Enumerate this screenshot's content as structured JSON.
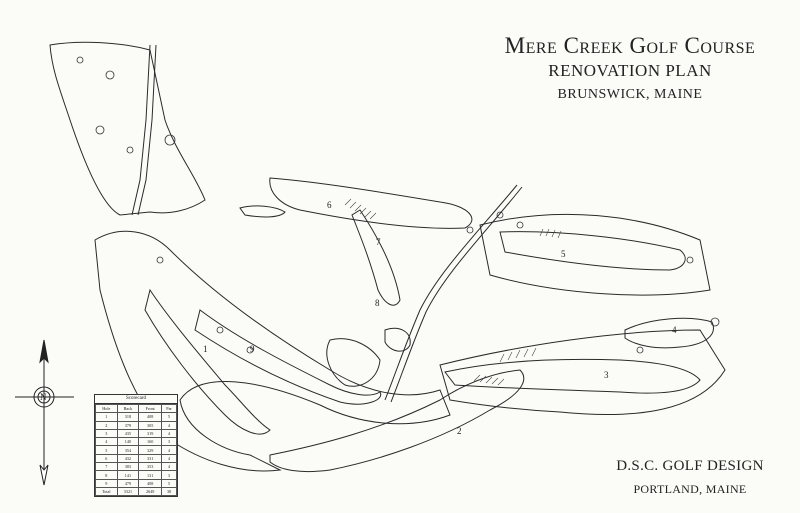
{
  "title": {
    "main": "Mere Creek Golf Course",
    "sub": "RENOVATION PLAN",
    "location": "BRUNSWICK, MAINE"
  },
  "designer": {
    "name": "D.S.C. GOLF DESIGN",
    "city": "PORTLAND, MAINE"
  },
  "scorecard": {
    "title": "Scorecard",
    "headers": [
      "Hole",
      "Back",
      "Front",
      "Par"
    ],
    "rows": [
      [
        "1",
        "318",
        "408",
        "5"
      ],
      [
        "2",
        "379",
        "305",
        "4"
      ],
      [
        "3",
        "435",
        "319",
        "4"
      ],
      [
        "4",
        "140",
        "160",
        "3"
      ],
      [
        "5",
        "354",
        "329",
        "4"
      ],
      [
        "6",
        "432",
        "331",
        "4"
      ],
      [
        "7",
        "383",
        "353",
        "4"
      ],
      [
        "8",
        "141",
        "131",
        "3"
      ],
      [
        "9",
        "479",
        "408",
        "5"
      ],
      [
        "Total",
        "3321",
        "2649",
        "38"
      ]
    ]
  },
  "hole_labels": [
    "1",
    "2",
    "3",
    "4",
    "5",
    "6",
    "7",
    "8",
    "9"
  ],
  "compass": {
    "label": "N"
  },
  "colors": {
    "ink": "#222222",
    "paper": "#fbfbf8"
  }
}
